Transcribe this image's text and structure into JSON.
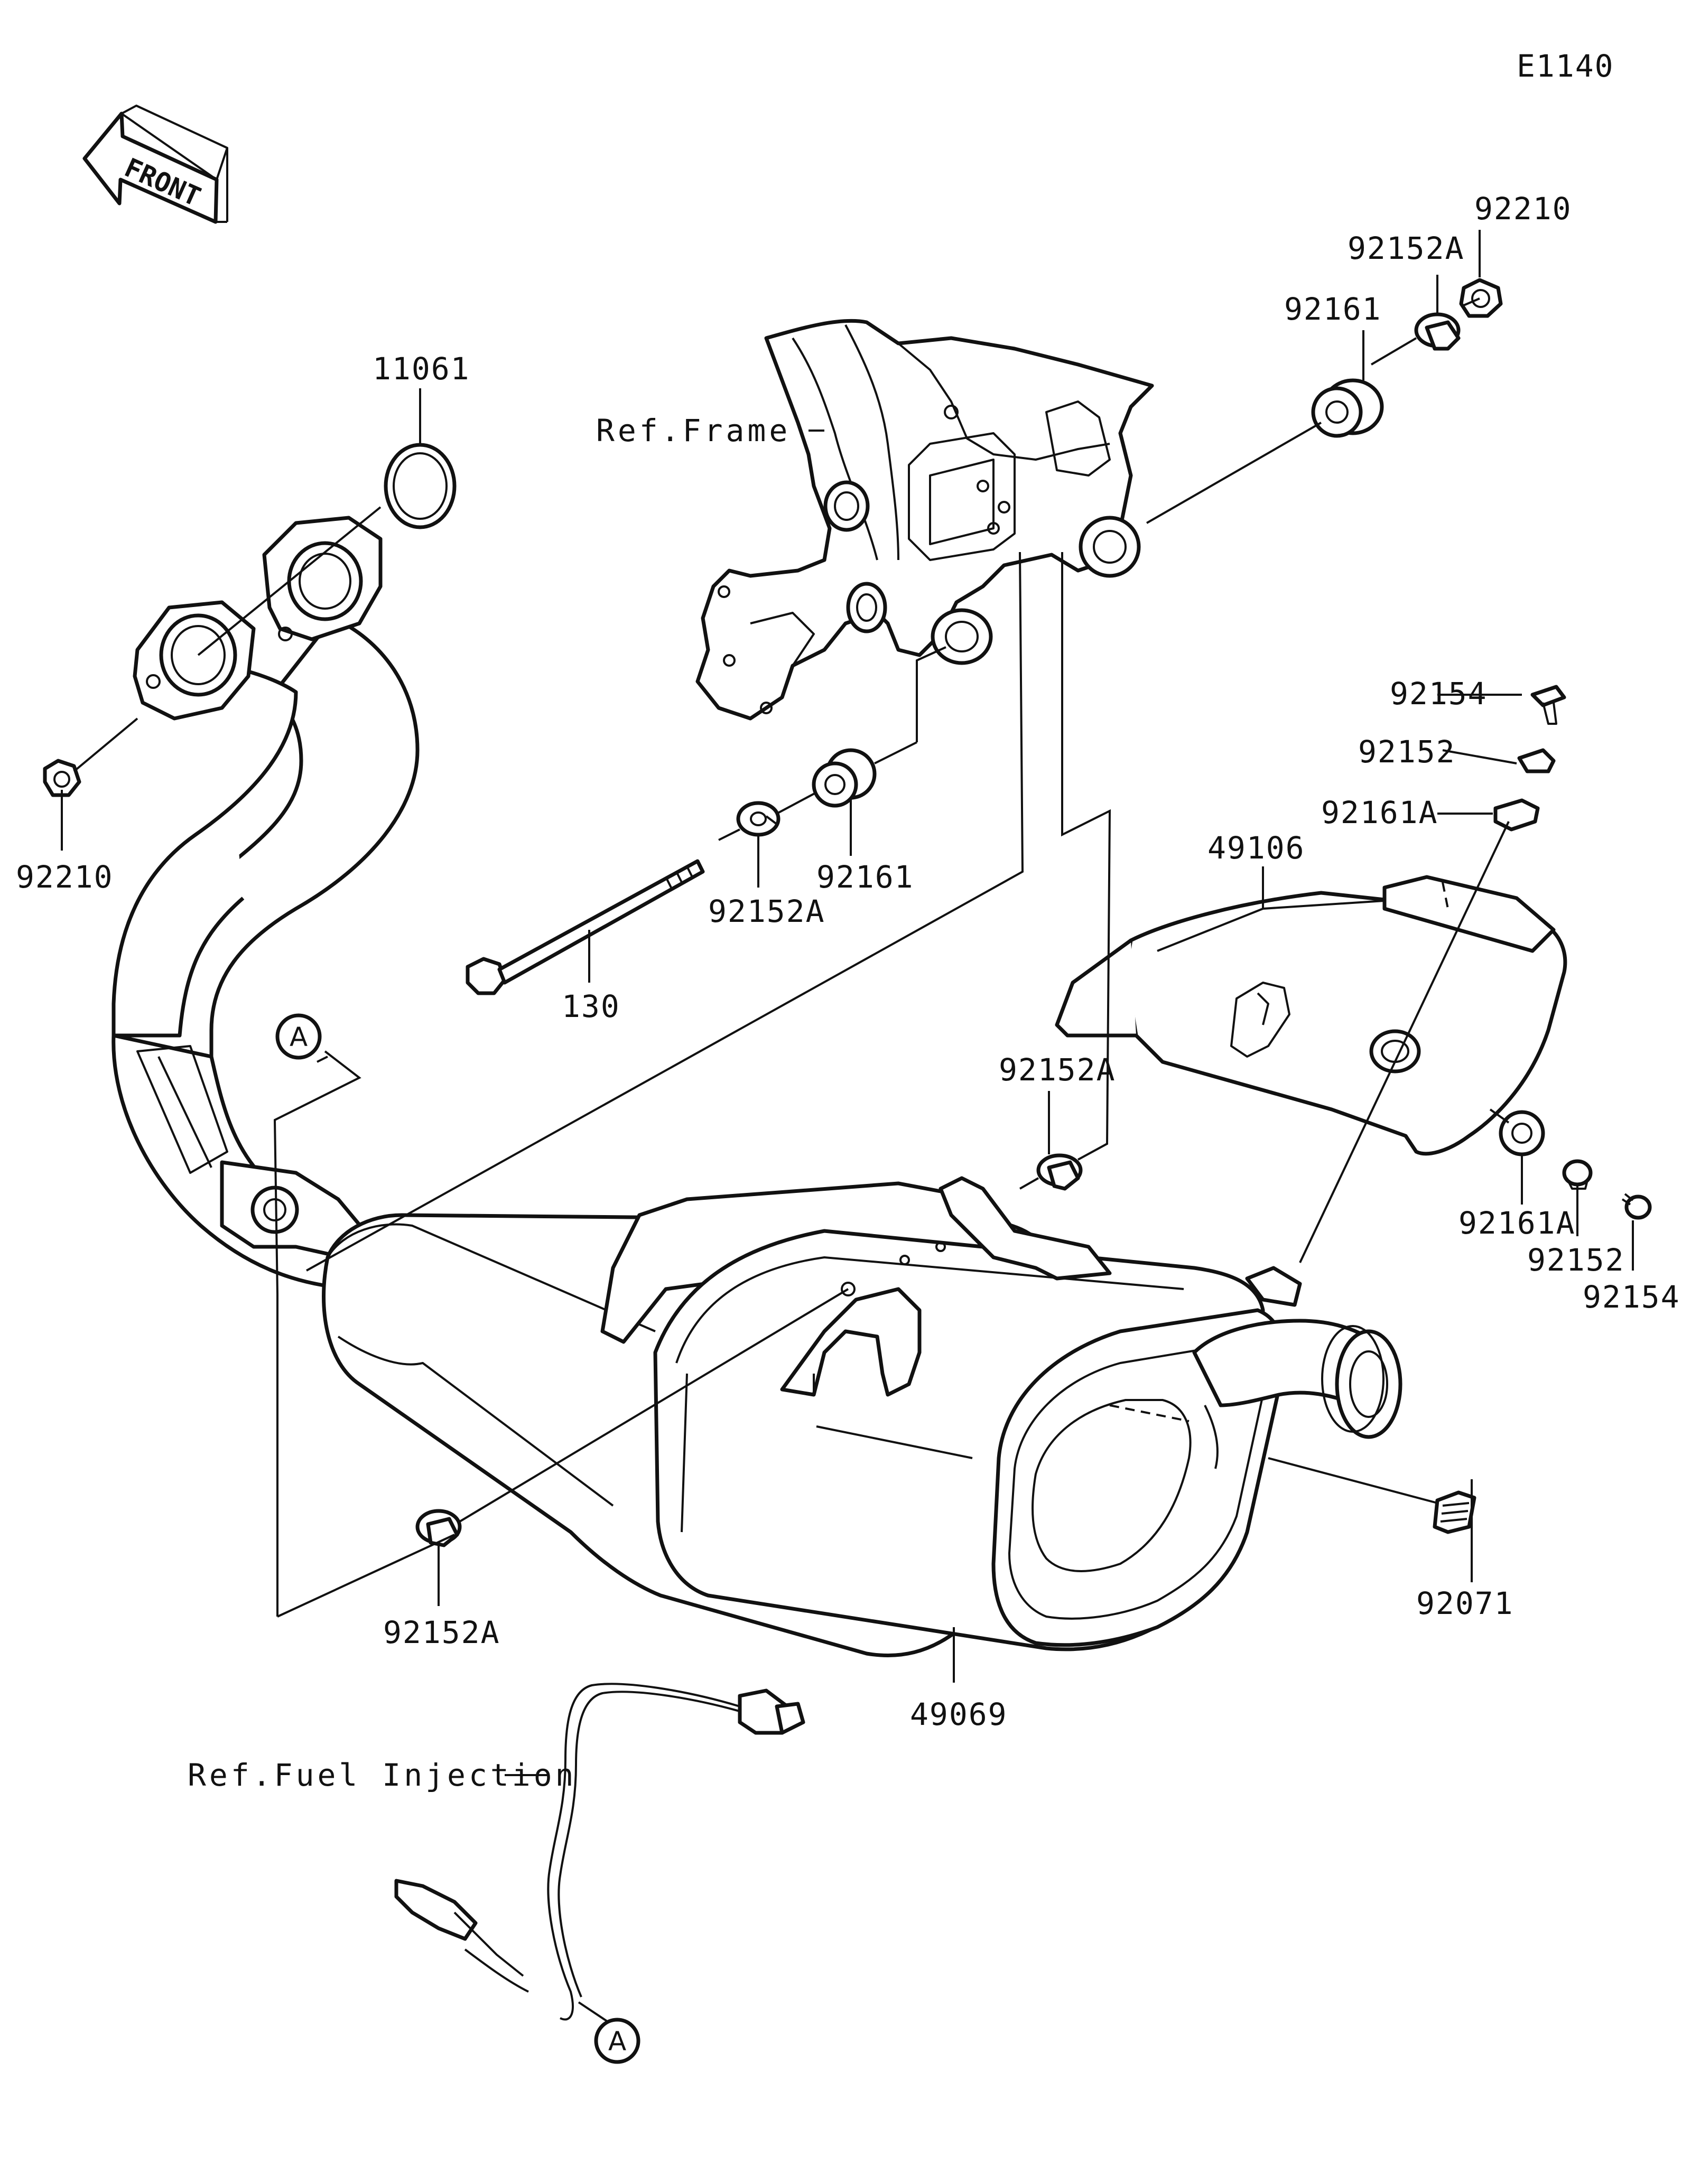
{
  "diagram_code": "E1140",
  "front_label": "FRONT",
  "callout_letter": "A",
  "ref_frame": "Ref.Frame",
  "ref_fuel_injection": "Ref.Fuel Injection",
  "parts": {
    "p11061": "11061",
    "p92210_left": "92210",
    "p92210_right": "92210",
    "p92152A_top": "92152A",
    "p92161_top": "92161",
    "p92161_mid": "92161",
    "p92152A_mid": "92152A",
    "p130": "130",
    "p92152A_right": "92152A",
    "p92152A_bottom": "92152A",
    "p49069": "49069",
    "p49106": "49106",
    "p92154_top": "92154",
    "p92152_top": "92152",
    "p92161A_top": "92161A",
    "p92161A_bottom": "92161A",
    "p92152_bottom": "92152",
    "p92154_bottom": "92154",
    "p92071": "92071"
  }
}
